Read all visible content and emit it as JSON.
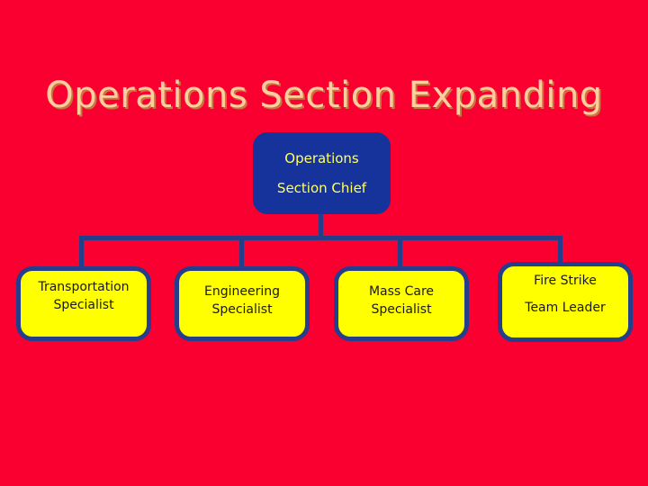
{
  "slide": {
    "title": "Operations Section Expanding",
    "background_color": "#FA0031",
    "title_color": "#FFCE9E"
  },
  "org_chart": {
    "root": {
      "line1": "Operations",
      "line2": "Section Chief",
      "fill_color": "#16339B",
      "text_color": "#FFFF66"
    },
    "connector_color": "#243E8C",
    "leaves": [
      {
        "line1": "Transportation",
        "line2": "Specialist",
        "fill_color": "#FFFF00",
        "border_color": "#243E8C",
        "text_color": "#1A1A1A"
      },
      {
        "line1": "Engineering",
        "line2": "Specialist",
        "fill_color": "#FFFF00",
        "border_color": "#243E8C",
        "text_color": "#1A1A1A"
      },
      {
        "line1": "Mass Care",
        "line2": "Specialist",
        "fill_color": "#FFFF00",
        "border_color": "#243E8C",
        "text_color": "#1A1A1A"
      },
      {
        "line1": "Fire Strike",
        "line2": "Team Leader",
        "fill_color": "#FFFF00",
        "border_color": "#243E8C",
        "text_color": "#1A1A1A"
      }
    ]
  }
}
